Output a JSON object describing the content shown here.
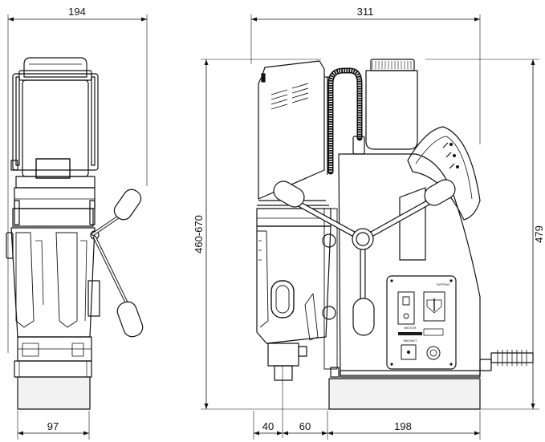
{
  "dimensions": {
    "side_width": "194",
    "side_base_width": "97",
    "front_width": "311",
    "front_height_range": "460-670",
    "front_height": "479",
    "front_offset_a": "40",
    "front_offset_b": "60",
    "front_base": "198"
  },
  "panel": {
    "tapping": "TAPPING",
    "motor": "MOTOR",
    "magnet": "MAGNET"
  },
  "colors": {
    "line": "#111111",
    "body": "#ffffff",
    "dark_fill": "#1a1a1a",
    "base_grey": "#f2f2f2"
  }
}
